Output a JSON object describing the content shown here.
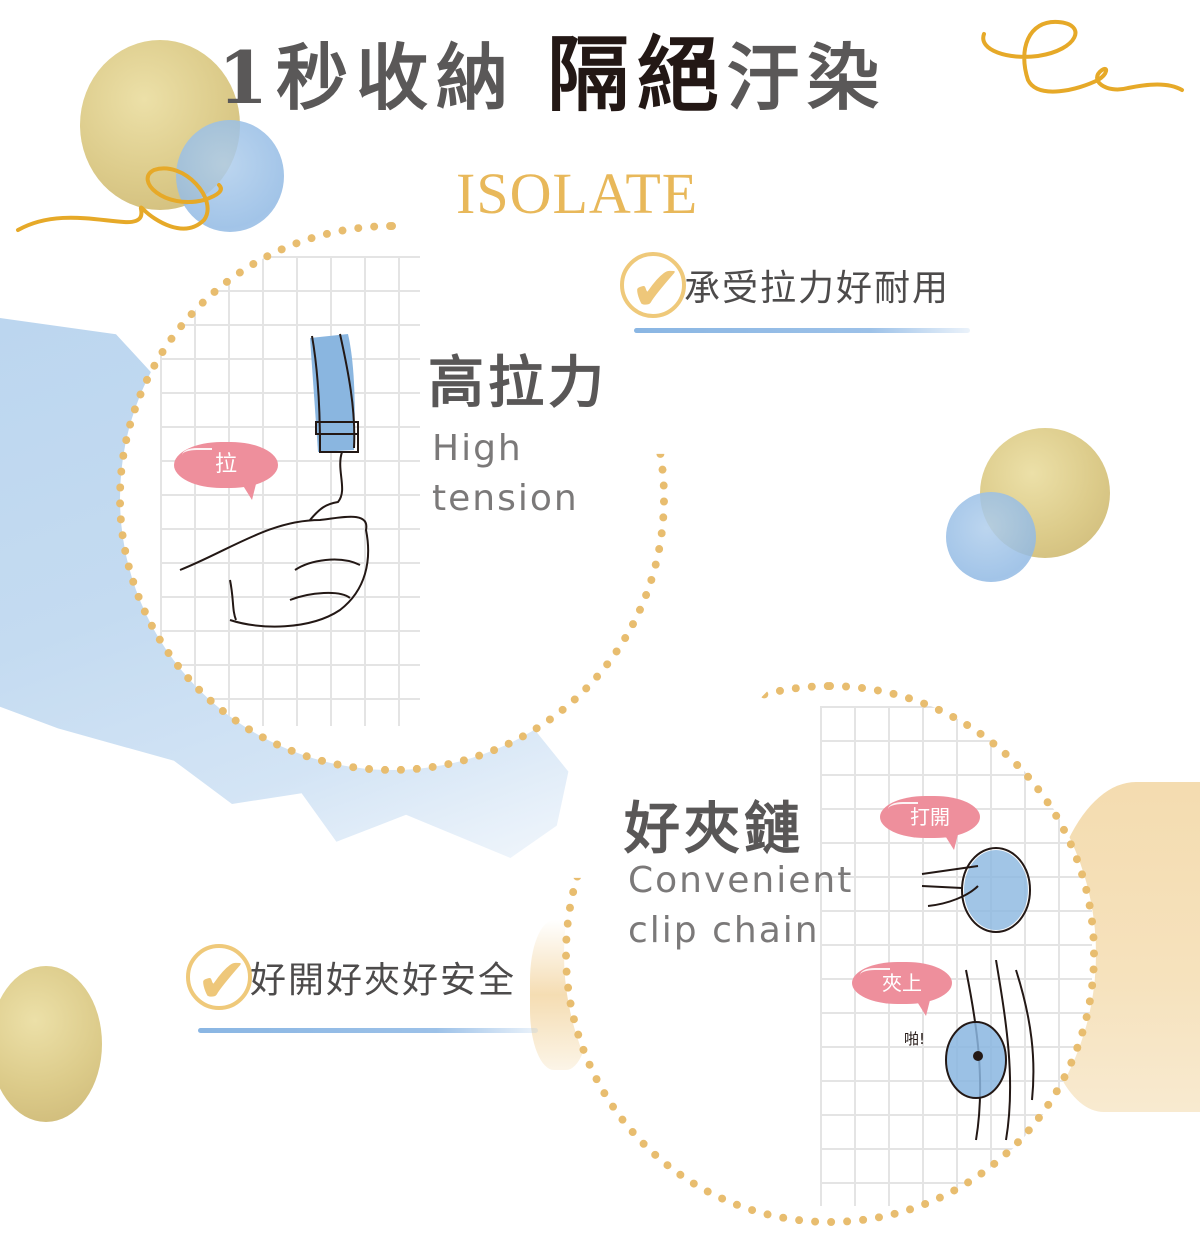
{
  "header": {
    "title_part1": "1秒收納",
    "title_part2": "隔絕",
    "title_part3": "汙染",
    "subtitle": "ISOLATE"
  },
  "feature_tension": {
    "title_cn": "高拉力",
    "title_en_line1": "High",
    "title_en_line2": "tension",
    "bubble_label": "拉",
    "check_text": "承受拉力好耐用"
  },
  "feature_clip": {
    "title_cn": "好夾鏈",
    "title_en_line1": "Convenient",
    "title_en_line2": "clip chain",
    "bubble_open": "打開",
    "bubble_clip": "夾上",
    "sound_effect": "啪!",
    "check_text": "好開好夾好安全"
  },
  "colors": {
    "gold_accent": "#e8b85a",
    "dotted_ring": "#e8bd6f",
    "bubble_pink": "#ee8f9c",
    "brush_blue": "#8ab6e3",
    "text_gray": "#595757",
    "text_dark": "#231815"
  },
  "icons": [
    "check-circle-icon",
    "speech-bubble-icon",
    "gold-foil-dot",
    "watercolor-blue-dot",
    "gold-swirl-flourish"
  ]
}
